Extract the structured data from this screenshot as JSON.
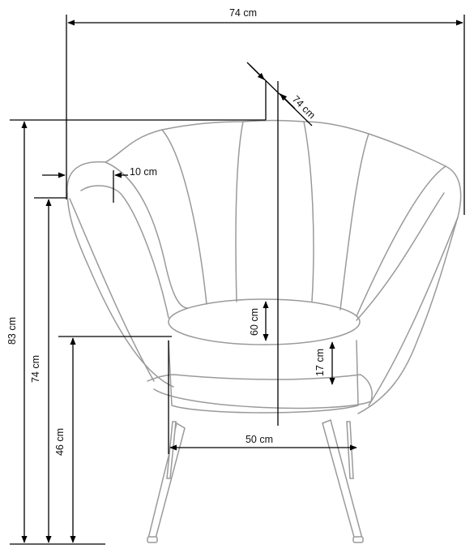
{
  "colors": {
    "outline": "#9a9a9a",
    "dimension": "#000000",
    "background": "#ffffff"
  },
  "dimensions": {
    "width_top": "74 cm",
    "depth_diag": "74 cm",
    "armrest": "10 cm",
    "height_total": "83 cm",
    "height_arm": "74 cm",
    "seat_height": "46 cm",
    "seat_depth": "60 cm",
    "seat_thickness": "17 cm",
    "seat_width": "50 cm"
  }
}
